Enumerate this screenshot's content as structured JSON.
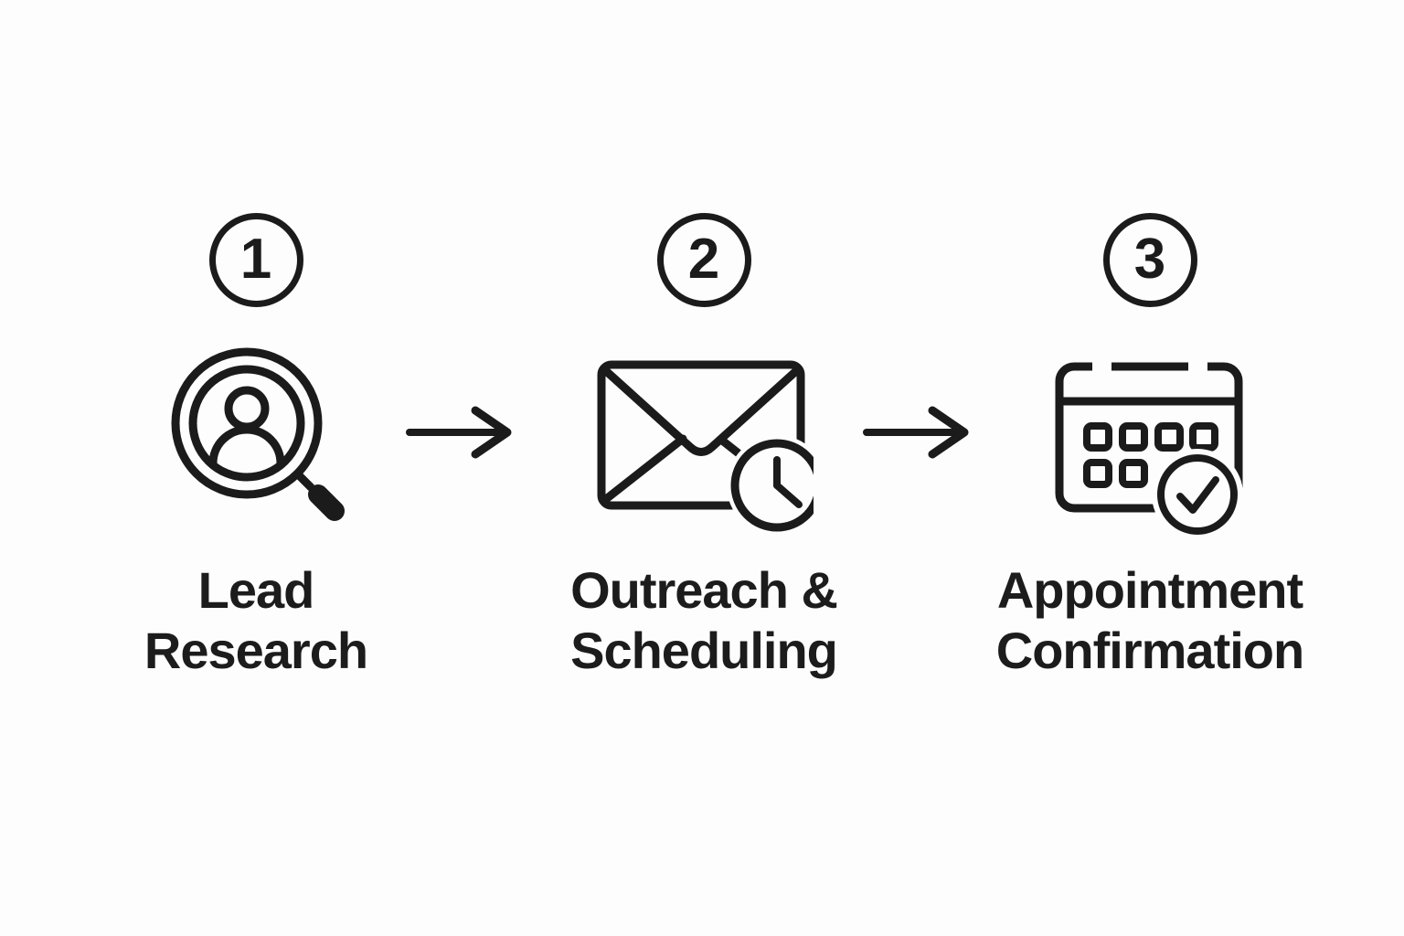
{
  "colors": {
    "background": "#fdfdfd",
    "ink": "#1b1b1b"
  },
  "diagram": {
    "type": "horizontal-process-flow",
    "step_count": 3
  },
  "steps": [
    {
      "number": "1",
      "label": "Lead\nResearch",
      "icon": "person-search-icon"
    },
    {
      "number": "2",
      "label": "Outreach &\nScheduling",
      "icon": "email-clock-icon"
    },
    {
      "number": "3",
      "label": "Appointment\nConfirmation",
      "icon": "calendar-check-icon"
    }
  ],
  "connectors": [
    {
      "icon": "arrow-right-icon",
      "from": "1",
      "to": "2"
    },
    {
      "icon": "arrow-right-icon",
      "from": "2",
      "to": "3"
    }
  ]
}
